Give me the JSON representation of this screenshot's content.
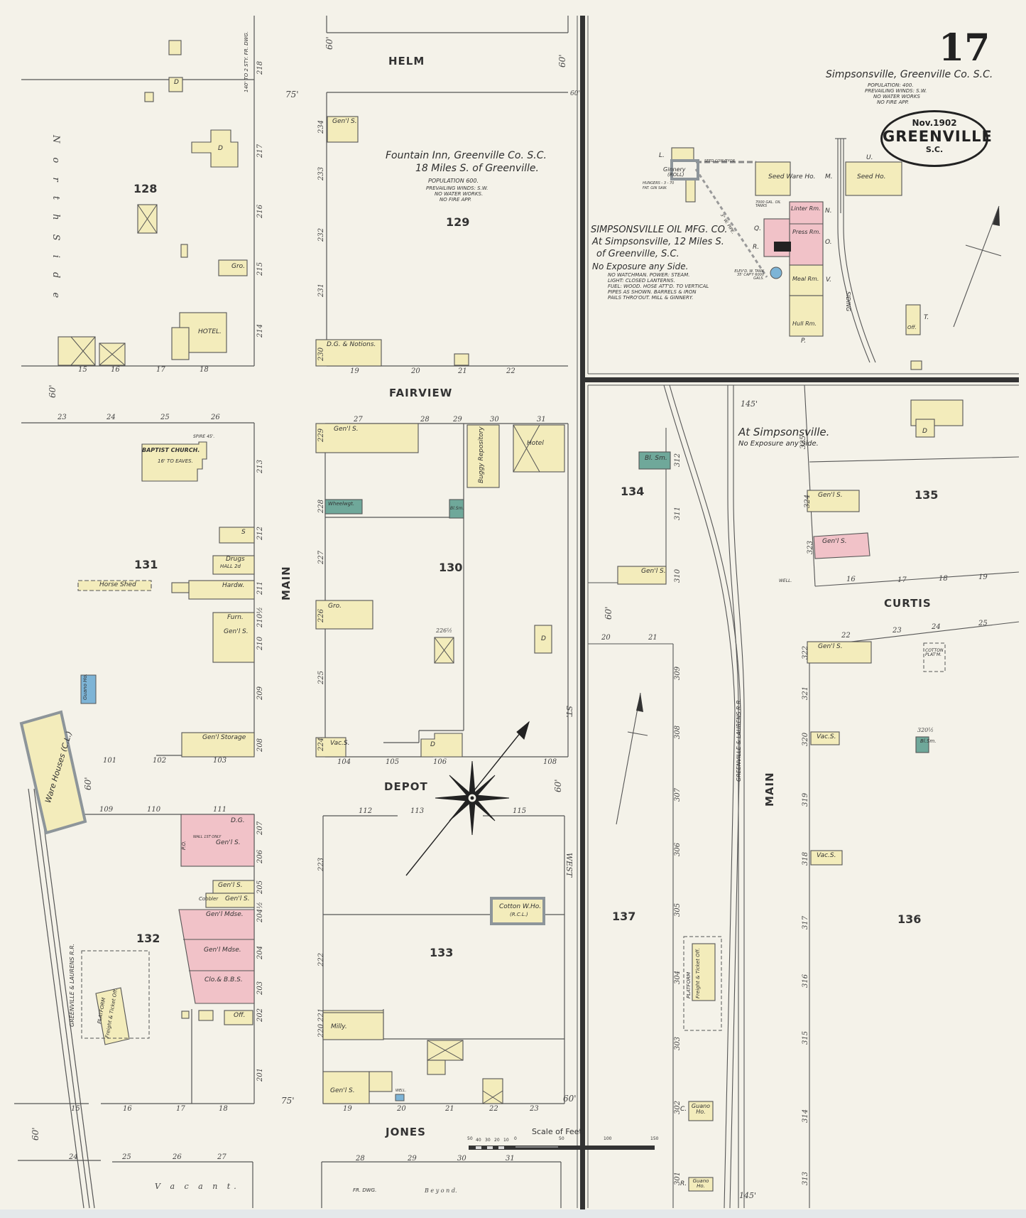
{
  "sheet": {
    "number": "17",
    "edition_date": "Nov.1902",
    "city": "GREENVILLE",
    "state": "S.C."
  },
  "header_note": {
    "title": "Simpsonsville, Greenville Co. S.C.",
    "lines": [
      "POPULATION: 400.",
      "PREVAILING WINDS: S.W.",
      "NO WATER WORKS",
      "NO FIRE APP."
    ]
  },
  "fountain_inn_note": {
    "title": "Fountain Inn, Greenville Co. S.C.",
    "subtitle": "18 Miles S. of Greenville.",
    "lines": [
      "POPULATION 600.",
      "PREVAILING WINDS: S.W.",
      "NO WATER WORKS.",
      "NO FIRE APP."
    ]
  },
  "oil_mill_note": {
    "title": "SIMPSONSVILLE OIL MFG. CO.",
    "line2": "At Simpsonsville, 12 Miles S.",
    "line3": "of Greenville, S.C.",
    "line4": "No Exposure any Side.",
    "details": [
      "NO WATCHMAN. POWER: STEAM.",
      "LIGHT: CLOSED LANTERNS.",
      "FUEL: WOOD. HOSE ATT'D. TO VERTICAL",
      "PIPES AS SHOWN. BARRELS & IRON",
      "PAILS THRO'OUT. MILL & GINNERY."
    ]
  },
  "simpsonsville_note": {
    "title": "At Simpsonsville.",
    "subtitle": "No Exposure any Side."
  },
  "streets": {
    "helm": "HELM",
    "fairview": "FAIRVIEW",
    "depot": "DEPOT",
    "jones": "JONES",
    "main_left": "MAIN",
    "main_right": "MAIN",
    "west_st": "WEST",
    "st": "ST.",
    "curtis": "CURTIS",
    "north_side": "N o r t h   S i d e",
    "railroad_left": "GREENVILLE & LAURENS R.R.",
    "railroad_right": "GREENVILLE & LAURENS R.R.",
    "siding": "SIDING"
  },
  "blocks": [
    "128",
    "129",
    "130",
    "131",
    "132",
    "133",
    "134",
    "135",
    "136",
    "137"
  ],
  "widths": {
    "helm_left": "60'",
    "helm_right": "60'",
    "main_75_top": "75'",
    "fairview_60": "60'",
    "depot_60": "60'",
    "west_60": "60'",
    "main_75_bottom": "75'",
    "jones_60_left": "60'",
    "jones_60_right": "60'",
    "curtis_60": "60'",
    "rr_145_top": "145'",
    "rr_145_bottom": "145'",
    "right_60_top": "60'"
  },
  "buildings": {
    "d_top": "D",
    "d_128": "D",
    "gro_128": "Gro.",
    "hotel": "HOTEL.",
    "baptist_church": "BAPTIST CHURCH.",
    "church_eaves": "16' TO EAVES.",
    "spire": "SPIRE 45'.",
    "s_131": "S",
    "drugs": "Drugs",
    "hall": "HALL 2d",
    "hardw": "Hardw.",
    "furn": "Furn.",
    "genls_131": "Gen'l S.",
    "horse_shed": "Horse Shed",
    "guano_ho_131": "Guano Ho.",
    "genl_storage": "Gen'l Storage",
    "warehouses": "Ware Houses (C.L.)",
    "dg_132": "D.G.",
    "genls_132": "Gen'l S.",
    "po": "P.O.",
    "wall_note": "WALL 1ST ONLY",
    "genls_132b": "Gen'l S.",
    "cobbler": "Cobbler",
    "genls_132c": "Gen'l S.",
    "genl_mdse_1": "Gen'l Mdse.",
    "genl_mdse_2": "Gen'l Mdse.",
    "clo_bbs": "Clo.& B.B.S.",
    "off_132": "Off.",
    "freight_ticket_left": "Freight & Ticket Off.",
    "platform_left": "PLATFORM",
    "genls_129": "Gen'l S.",
    "dg_notions": "D.G. & Notions.",
    "genls_130": "Gen'l S.",
    "wheelwgt": "Wheelwgt.",
    "bl_sm_130": "Bl.Sm.",
    "gro_130": "Gro.",
    "buggy_repository": "Buggy Repository",
    "hotel_130": "Hotel",
    "d_130": "D",
    "d_130b": "D",
    "vac_s_130": "Vac.S.",
    "addr_2265": "226½",
    "cotton_who": "Cotton W.Ho.",
    "cotton_who_sub": "(R.C.L.)",
    "milly": "Milly.",
    "genls_133": "Gen'l S.",
    "well_133": "WELL.",
    "fr_dwg_beyond": "FR. DWG.",
    "beyond": "B e y o n d.",
    "vacant": "V a c a n t.",
    "hotel_top_note": "140' TO 2 STY. FR. DWG.",
    "ginnery": "Ginnery",
    "ginnery_sub": "(ROLL)",
    "hungers": "HUNGERS - 3 - 70",
    "fat_gin_saw": "FAT. GIN SAW.",
    "seed_conveyor": "SEED CONVEYOR",
    "pipe": "3\" W. PIPE.",
    "seed_ware_ho": "Seed Ware Ho.",
    "seed_ho": "Seed Ho.",
    "linter_rm": "Linter Rm.",
    "press_rm": "Press Rm.",
    "meal_rm": "Meal Rm.",
    "hull_rm": "Hull Rm.",
    "oil_tanks": "7000 GAL. OIL TANKS",
    "tank_note": "ELEV'D. W. TANK 35' CAP'Y 6000 GALS.",
    "off_t": "Off.",
    "bl_sm_134": "Bl. Sm.",
    "genls_134": "Gen'l S.",
    "genls_135a": "Gen'l S.",
    "genls_135b": "Gen'l S.",
    "well_135": "WELL.",
    "d_135": "D",
    "genls_136": "Gen'l S.",
    "cotton_platform": "COTTON PLAT'M.",
    "vac_s_136a": "Vac.S.",
    "bl_sm_136": "Bl.Sm.",
    "vac_s_136b": "Vac.S.",
    "addr_3205": "320½",
    "freight_ticket_right": "Freight & Ticket Off.",
    "platform_right": "PLATFORM",
    "guano_ho_1": "Guano Ho.",
    "guano_ho_2": "Guano Ho."
  },
  "mill_letters": [
    "L.",
    "M.",
    "N.",
    "O.",
    "P.",
    "Q.",
    "R.",
    "U.",
    "V.",
    "T.",
    "C.",
    "R."
  ],
  "house_numbers": {
    "helm_top_row": [
      "15",
      "16",
      "17",
      "18"
    ],
    "helm_129": [
      "19",
      "20",
      "21",
      "22"
    ],
    "fairview_131": [
      "23",
      "24",
      "25",
      "26"
    ],
    "fairview_130": [
      "27",
      "28",
      "29",
      "30",
      "31"
    ],
    "depot_131": [
      "101",
      "102",
      "103"
    ],
    "depot_130": [
      "104",
      "105",
      "106",
      "108"
    ],
    "depot_132": [
      "109",
      "110",
      "111"
    ],
    "depot_133": [
      "112",
      "113",
      "115"
    ],
    "jones_132": [
      "15",
      "16",
      "17",
      "18"
    ],
    "jones_133": [
      "19",
      "20",
      "21",
      "22",
      "23"
    ],
    "jones_south_left": [
      "24",
      "25",
      "26",
      "27"
    ],
    "jones_south_right": [
      "28",
      "29",
      "30",
      "31"
    ],
    "main_west": [
      "218",
      "217",
      "216",
      "215",
      "214",
      "213",
      "212",
      "211",
      "210½",
      "210",
      "209",
      "208",
      "207",
      "206",
      "205",
      "204½",
      "204",
      "203",
      "202",
      "201"
    ],
    "main_east": [
      "234",
      "233",
      "232",
      "231",
      "230",
      "229",
      "228",
      "227",
      "226",
      "225",
      "224",
      "223",
      "222",
      "221",
      "220"
    ],
    "curtis_135": [
      "16",
      "17",
      "18",
      "19"
    ],
    "curtis_136": [
      "22",
      "23",
      "24",
      "25"
    ],
    "curtis_137": [
      "20",
      "21"
    ],
    "main_right_west": [
      "312",
      "311",
      "310",
      "309",
      "308",
      "307",
      "306",
      "305",
      "304",
      "303",
      "302",
      "301"
    ],
    "main_right_east": [
      "325",
      "324",
      "323",
      "322",
      "321",
      "320",
      "319",
      "318",
      "317",
      "316",
      "315",
      "314",
      "313"
    ]
  },
  "scale": {
    "title": "Scale of Feet.",
    "ticks": [
      "50",
      "40",
      "30",
      "20",
      "10",
      "0",
      "50",
      "100",
      "150"
    ]
  },
  "colors": {
    "paper": "#f4f2e9",
    "frame": "#f3ecbb",
    "brick": "#f1c2c8",
    "iron_clad": "#9aa2a6",
    "stone": "#6fa89a",
    "adobe_blue": "#7db4d6",
    "ink": "#2d2d2d",
    "outside": "#e4e8ea"
  }
}
